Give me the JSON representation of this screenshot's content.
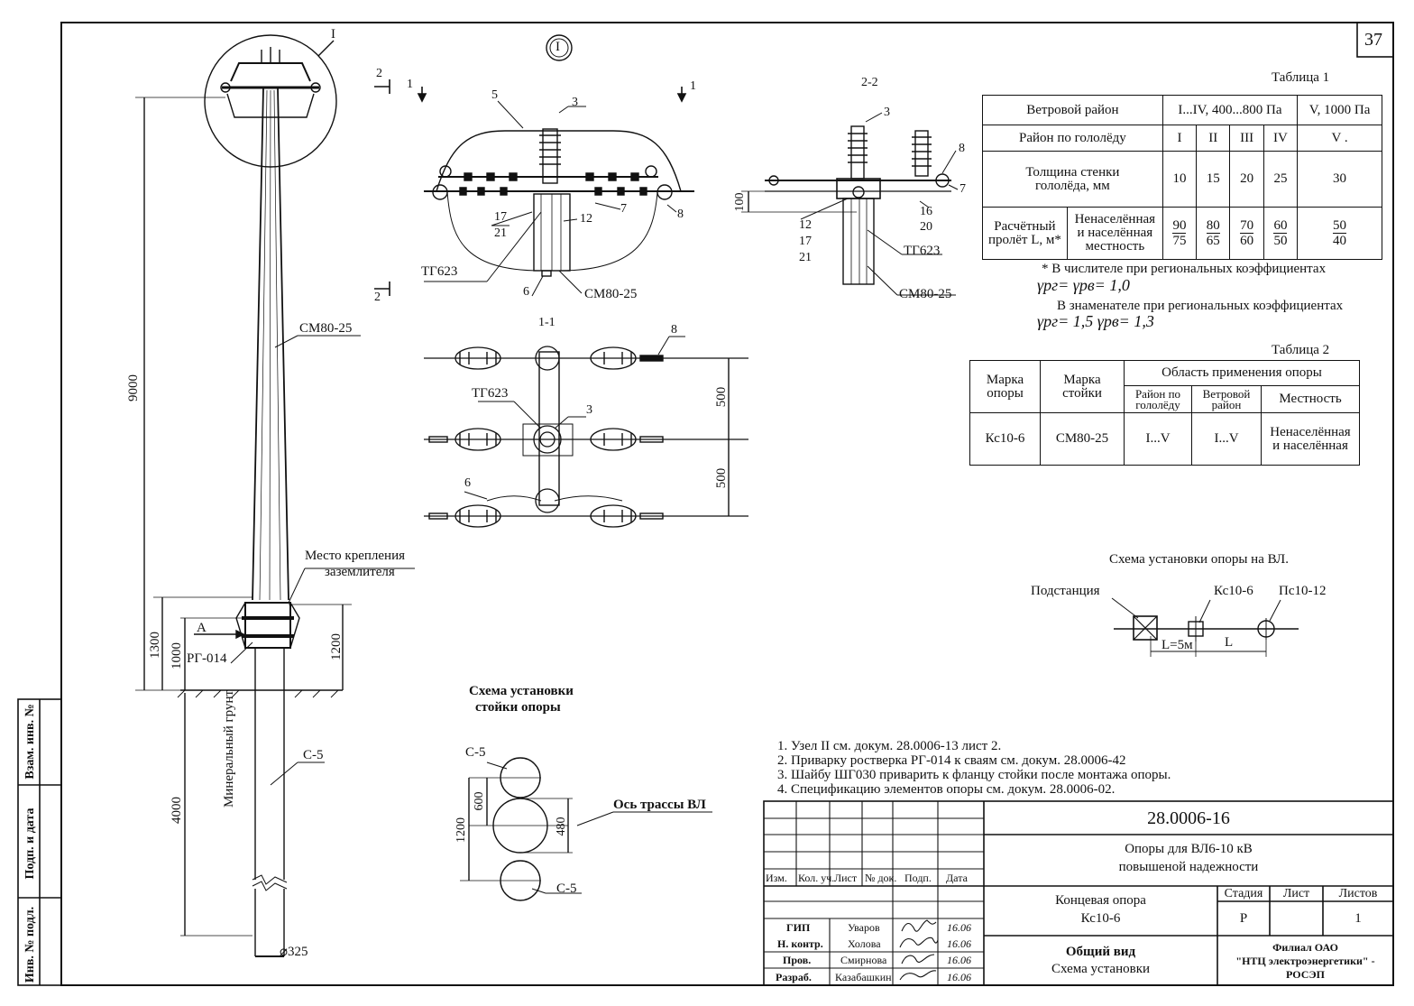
{
  "sheet_number": "37",
  "callout_I": "I",
  "node_I_circle_label": "I",
  "left_view": {
    "height_total": "9000",
    "height_upper": "1300",
    "height_ring": "1000",
    "height_right": "1200",
    "depth": "4000",
    "post_label": "СМ80-25",
    "pile_label": "С-5",
    "ground_label": "Минеральный грунт",
    "grounding_label_1": "Место крепления",
    "grounding_label_2": "заземлителя",
    "grillage_label": "РГ-014",
    "arrow_A": "А",
    "diameter": "⌀325"
  },
  "section_markers": {
    "s1": "1",
    "s2": "2"
  },
  "node_view": {
    "items": [
      "5",
      "3",
      "7",
      "8",
      "17",
      "21",
      "12",
      "6"
    ],
    "bracket": "ТГ623",
    "post": "СМ80-25"
  },
  "section_11": {
    "title": "1-1",
    "dim1": "500",
    "dim2": "500",
    "bracket": "ТГ623",
    "items": [
      "3",
      "8",
      "6"
    ]
  },
  "section_22": {
    "title": "2-2",
    "dim": "100",
    "items": [
      "3",
      "8",
      "7",
      "12",
      "17",
      "21",
      "16",
      "20"
    ],
    "bracket": "ТГ623",
    "post": "СМ80-25"
  },
  "table1": {
    "caption": "Таблица 1",
    "wind_header": "Ветровой район",
    "wind_val1": "I...IV, 400...800 Па",
    "wind_val2": "V, 1000 Па",
    "ice_header": "Район по гололёду",
    "ice_regions": [
      "I",
      "II",
      "III",
      "IV",
      "V ."
    ],
    "thick_header_1": "Толщина стенки",
    "thick_header_2": "гололёда, мм",
    "thickness": [
      "10",
      "15",
      "20",
      "25",
      "30"
    ],
    "span_header_1": "Расчётный",
    "span_header_2": "пролёт L, м*",
    "area_header_1": "Ненаселённая",
    "area_header_2": "и населённая",
    "area_header_3": "местность",
    "spans": [
      {
        "num": "90",
        "den": "75"
      },
      {
        "num": "80",
        "den": "65"
      },
      {
        "num": "70",
        "den": "60"
      },
      {
        "num": "60",
        "den": "50"
      },
      {
        "num": "50",
        "den": "40"
      }
    ],
    "footnote_1": "* В числителе при региональных коэффициентах",
    "footnote_2": "γрг= γрв= 1,0",
    "footnote_3": "В знаменателе при региональных коэффициентах",
    "footnote_4": "γрг= 1,5   γрв= 1,3"
  },
  "table2": {
    "caption": "Таблица 2",
    "h_mark_support_1": "Марка",
    "h_mark_support_2": "опоры",
    "h_mark_post_1": "Марка",
    "h_mark_post_2": "стойки",
    "h_scope": "Область применения опоры",
    "h_ice_1": "Район по",
    "h_ice_2": "гололёду",
    "h_wind_1": "Ветровой",
    "h_wind_2": "район",
    "h_area": "Местность",
    "row": {
      "support": "Кс10-6",
      "post": "СМ80-25",
      "ice": "I...V",
      "wind": "I...V",
      "area_1": "Ненаселённая",
      "area_2": "и населённая"
    }
  },
  "line_scheme": {
    "title": "Схема установки опоры на ВЛ.",
    "substation": "Подстанция",
    "end_support": "Кс10-6",
    "intermediate": "Пс10-12",
    "span1": "L=5м",
    "span2": "L"
  },
  "post_scheme": {
    "title_1": "Схема установки",
    "title_2": "стойки опоры",
    "pile_top": "С-5",
    "pile_bottom": "С-5",
    "axis": "Ось трассы ВЛ",
    "dim_total": "1200",
    "dim_half": "600",
    "dim_diam": "480"
  },
  "notes": [
    "1. Узел II см. докум. 28.0006-13 лист 2.",
    "2. Приварку ростверка РГ-014 к сваям см. докум. 28.0006-42",
    "3. Шайбу ШГ030 приварить к фланцу стойки после монтажа опоры.",
    "4. Спецификацию элементов опоры см. докум. 28.0006-02."
  ],
  "title_block": {
    "doc_number": "28.0006-16",
    "title_1": "Опоры для ВЛ6-10 кВ",
    "title_2": "повышеной надежности",
    "object_1": "Концевая опора",
    "object_2": "Кс10-6",
    "sheet_1": "Общий вид",
    "sheet_2": "Схема установки",
    "stage_h": "Стадия",
    "sheet_h": "Лист",
    "sheets_h": "Листов",
    "stage": "Р",
    "sheets": "1",
    "org_1": "Филиал ОАО",
    "org_2": "\"НТЦ электроэнергетики\" -",
    "org_3": "РОСЭП",
    "col_heads": [
      "Изм.",
      "Кол. уч.",
      "Лист",
      "№ док.",
      "Подп.",
      "Дата"
    ],
    "roles": [
      "ГИП",
      "Н. контр.",
      "Пров.",
      "Разраб."
    ],
    "names": [
      "Уваров",
      "Холова",
      "Смирнова",
      "Казабашкин"
    ],
    "dates": [
      "16.06",
      "16.06",
      "16.06",
      "16.06"
    ]
  },
  "side_stamp": {
    "inv_orig": "Инв. № подл.",
    "sign_date": "Подп. и дата",
    "inv_swap": "Взам. инв. №"
  }
}
